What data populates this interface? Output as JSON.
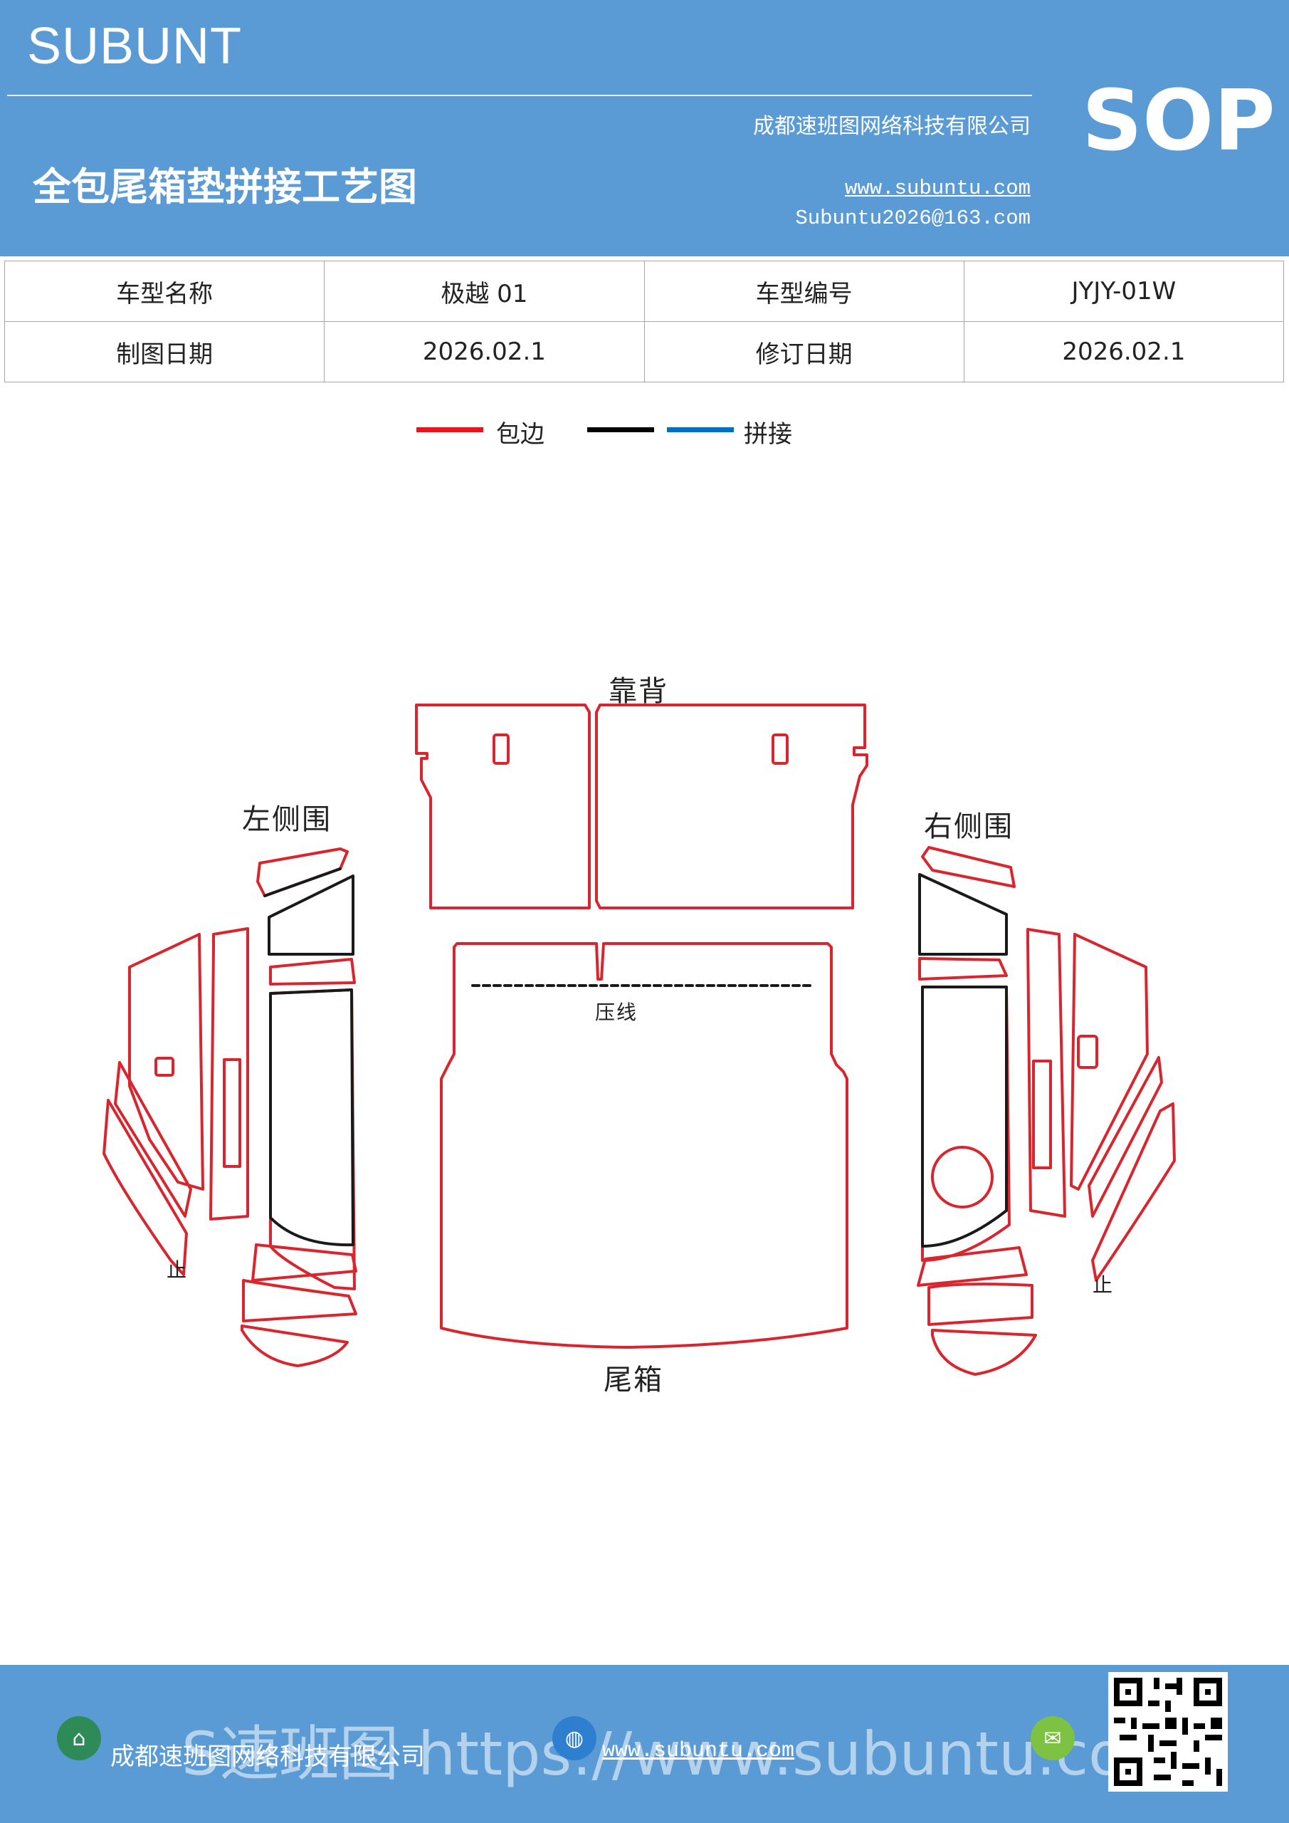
{
  "header": {
    "brand": "SUBUNT",
    "badge": "SOP",
    "doc_title": "全包尾箱垫拼接工艺图",
    "company": "成都速班图网络科技有限公司",
    "website": "www.subuntu.com",
    "email": "Subuntu2026@163.com"
  },
  "info_table": {
    "rows": [
      {
        "label1": "车型名称",
        "value1": "极越 01",
        "label2": "车型编号",
        "value2": "JYJY-01W"
      },
      {
        "label1": "制图日期",
        "value1": "2026.02.1",
        "label2": "修订日期",
        "value2": "2026.02.1"
      }
    ]
  },
  "legend": {
    "items": [
      {
        "color": "#e8141c",
        "label": "包边"
      },
      {
        "color": "#000000",
        "label": ""
      },
      {
        "color": "#0070c0",
        "label": "拼接"
      }
    ]
  },
  "diagram": {
    "labels": {
      "backrest": "靠背",
      "left_side": "左侧围",
      "right_side": "右侧围",
      "press_line": "压线",
      "trunk": "尾箱",
      "left_stop": "止",
      "right_stop": "止"
    },
    "colors": {
      "edge": "#d9262e",
      "seam": "#1a1a1a"
    }
  },
  "footer": {
    "company": "成都速班图网络科技有限公司",
    "website": "www.subuntu.com",
    "watermark": "S速班图 https://www.subuntu.com"
  }
}
